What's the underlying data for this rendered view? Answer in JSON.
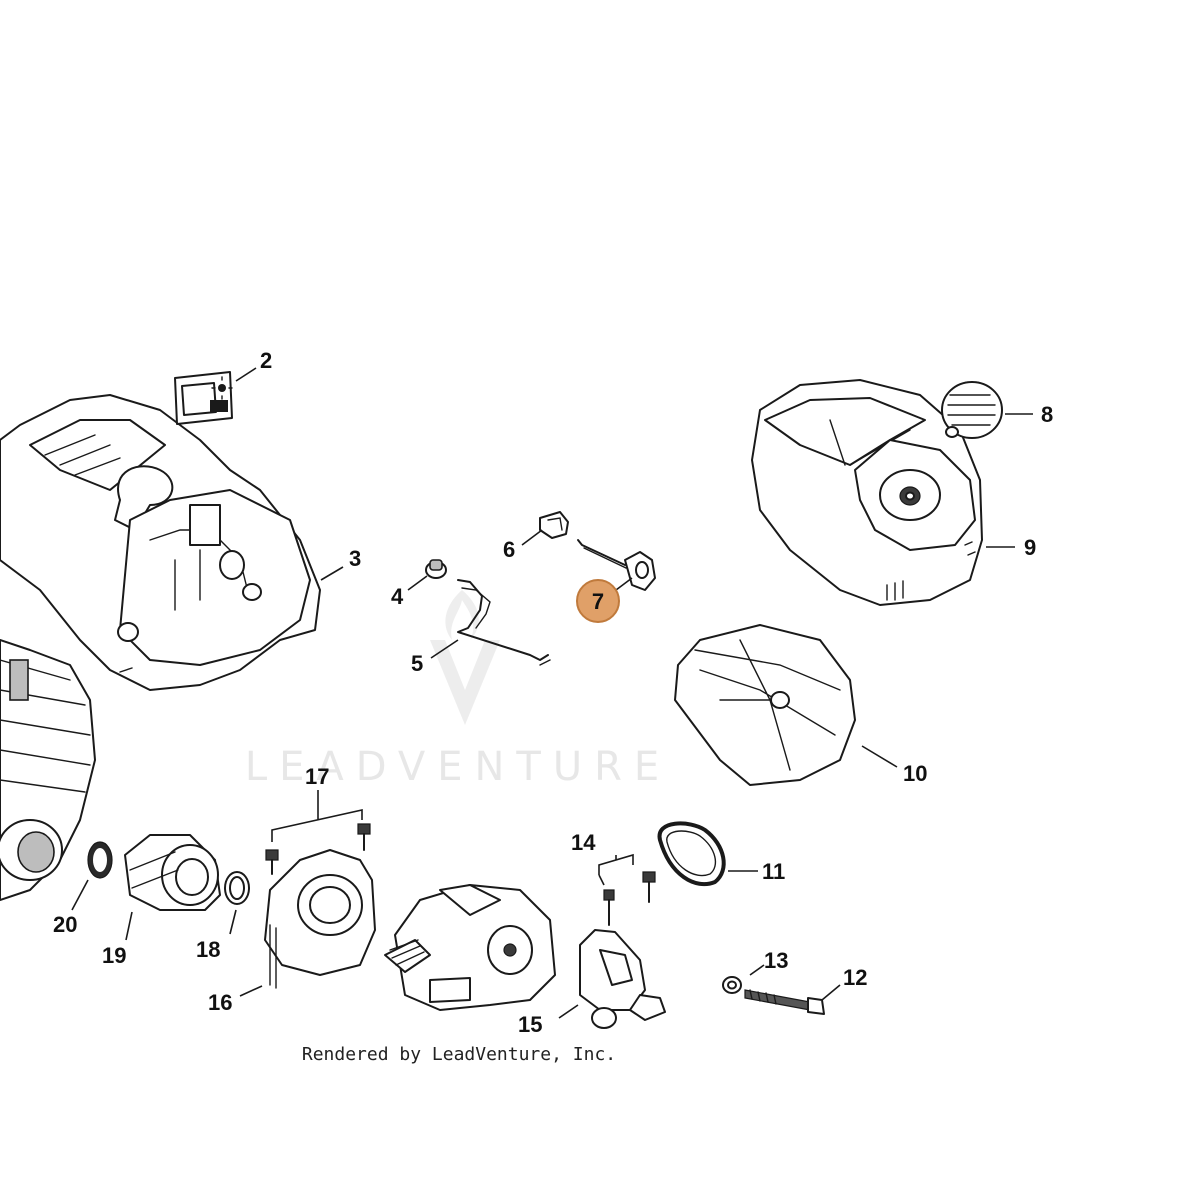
{
  "diagram": {
    "callouts": [
      {
        "id": "2",
        "label": "2"
      },
      {
        "id": "3",
        "label": "3"
      },
      {
        "id": "4",
        "label": "4"
      },
      {
        "id": "5",
        "label": "5"
      },
      {
        "id": "6",
        "label": "6"
      },
      {
        "id": "7",
        "label": "7",
        "highlighted": true
      },
      {
        "id": "8",
        "label": "8"
      },
      {
        "id": "9",
        "label": "9"
      },
      {
        "id": "10",
        "label": "10"
      },
      {
        "id": "11",
        "label": "11"
      },
      {
        "id": "12",
        "label": "12"
      },
      {
        "id": "13",
        "label": "13"
      },
      {
        "id": "14",
        "label": "14"
      },
      {
        "id": "15",
        "label": "15"
      },
      {
        "id": "16",
        "label": "16"
      },
      {
        "id": "17",
        "label": "17"
      },
      {
        "id": "18",
        "label": "18"
      },
      {
        "id": "19",
        "label": "19"
      },
      {
        "id": "20",
        "label": "20"
      }
    ],
    "highlight_color": "#e0a068",
    "watermark": "LEADVENTURE",
    "footer": "Rendered by LeadVenture, Inc."
  }
}
